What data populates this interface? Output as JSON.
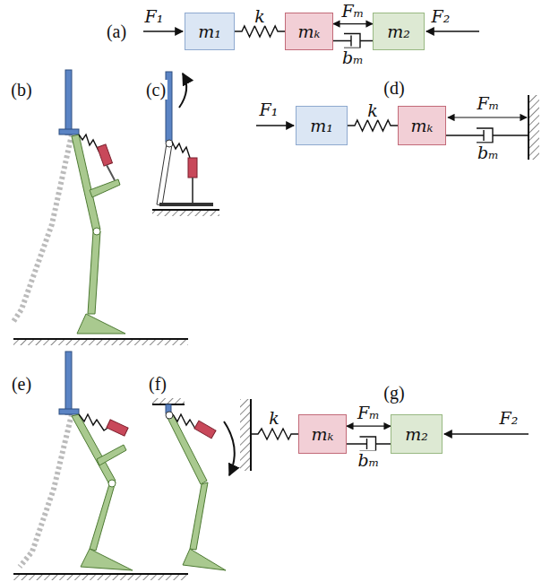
{
  "diagram": {
    "nodes": [
      {
        "text": [
          "m₁"
        ]
      },
      {
        "text": [
          "mₖ"
        ]
      },
      {
        "text": [
          "m₂"
        ]
      },
      {
        "text": [
          "m₁"
        ]
      },
      {
        "text": [
          "mₖ"
        ]
      },
      {
        "text": [
          "mₖ"
        ]
      },
      {
        "text": [
          "m₂"
        ]
      }
    ],
    "edges": [
      {
        "from": 0,
        "to": 1,
        "arrow": "none",
        "label": "k"
      },
      {
        "from": 1,
        "to": 2,
        "arrow": "both",
        "label": "Fₘ"
      },
      {
        "from": 1,
        "to": 2,
        "arrow": "none",
        "label": "bₘ"
      },
      {
        "from": 3,
        "to": 4,
        "arrow": "none",
        "label": "k"
      },
      {
        "from": 5,
        "to": 6,
        "arrow": "both",
        "label": "Fₘ"
      },
      {
        "from": 5,
        "to": 6,
        "arrow": "none",
        "label": "bₘ"
      }
    ],
    "labels": [
      "(a)",
      "F₁",
      "F₂",
      "(b)",
      "(c)",
      "(d)",
      "F₁",
      "Fₘ",
      "bₘ",
      "(e)",
      "(f)",
      "(g)",
      "k",
      "F₂"
    ]
  }
}
